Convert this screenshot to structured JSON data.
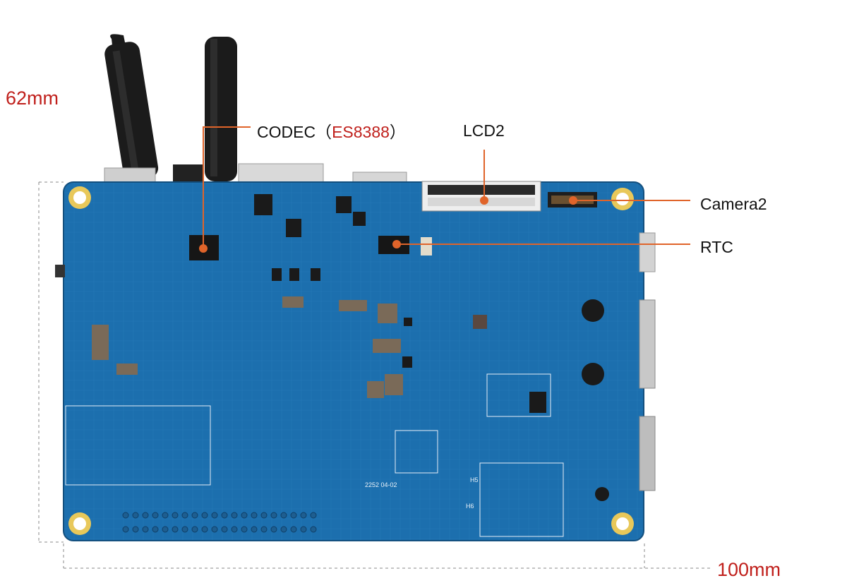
{
  "dimensions": {
    "height_label": "62mm",
    "width_label": "100mm"
  },
  "callouts": {
    "codec": {
      "prefix": "CODEC（",
      "part": "ES8388",
      "suffix": "）"
    },
    "lcd": "LCD2",
    "camera": "Camera2",
    "rtc": "RTC"
  },
  "silkscreen": {
    "date_code": "2252 04-02",
    "hole_h5": "H5",
    "hole_h6": "H6"
  },
  "colors": {
    "board": "#1c6fae",
    "board_dark": "#155c93",
    "callout_line": "#e0642a",
    "dimension_text": "#c0201c",
    "mount_ring": "#e8c85a"
  }
}
